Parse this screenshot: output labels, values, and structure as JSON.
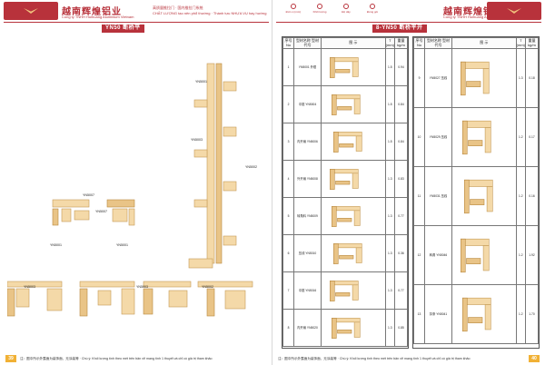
{
  "brand": {
    "name": "越南辉煌铝业",
    "sub": "Cong ty TNHH Huihuang Aluminium Vietnam"
  },
  "left_page": {
    "header_lines": [
      "高质量推拉门 · 国内推拉门系统",
      "CHẤT LƯỢNG tạo nên phổ thường · Thành tựu NHỰA VỤ hay hướng"
    ],
    "series": "YN50 断桥平",
    "page_number": "39",
    "footnote": "注：图中所示外露面为装饰面，无涂装等 · Chú ý: Khối lượng tính theo mét trên bản vẽ mang tính 1 thuyết và chỉ có giá trị tham khảo",
    "profile_labels": [
      "YN5001",
      "YN5007",
      "YN5002",
      "YN5003",
      "YN5007",
      "YN5001",
      "YN5001",
      "YN5003",
      "YN5003",
      "YN5002"
    ]
  },
  "right_page": {
    "icons": [
      {
        "name": "Đơn vị (mm)",
        "icon": "ruler-icon"
      },
      {
        "name": "Khối lượng",
        "icon": "weight-icon"
      },
      {
        "name": "Độ dày",
        "icon": "thickness-icon"
      },
      {
        "name": "Đóng gói",
        "icon": "package-icon"
      }
    ],
    "series": "8-YN50 断桥平开",
    "page_number": "40",
    "footnote": "注：图中所示外露面为装饰面，无涂装等 · Chú ý: Khối lượng tính theo mét trên bản vẽ mang tính 1 thuyết và chỉ có giá trị tham khảo",
    "table_headers": [
      "序号 No",
      "型材名称 型材代号",
      "图 示",
      "T (mm)",
      "重量 kg/m"
    ],
    "left_rows": [
      {
        "no": "1",
        "name": "YN5001 外框",
        "t": "1.5",
        "w": "0.94"
      },
      {
        "no": "2",
        "name": "中挺 YN5004",
        "t": "1.5",
        "w": "0.84"
      },
      {
        "no": "3",
        "name": "内开扇 YN5006",
        "t": "1.5",
        "w": "0.84"
      },
      {
        "no": "4",
        "name": "外开扇 YN5008",
        "t": "1.3",
        "w": "0.83"
      },
      {
        "no": "5",
        "name": "转角料 YN5009",
        "t": "1.3",
        "w": "0.77"
      },
      {
        "no": "6",
        "name": "压线 YN5010",
        "t": "1.3",
        "w": "0.36"
      },
      {
        "no": "7",
        "name": "中挺 YN5016",
        "t": "1.3",
        "w": "0.77"
      },
      {
        "no": "8",
        "name": "内开扇 YN5020",
        "t": "1.3",
        "w": "0.85"
      }
    ],
    "right_rows": [
      {
        "no": "9",
        "name": "YN5027 压线",
        "t": "1.3",
        "w": "0.18"
      },
      {
        "no": "10",
        "name": "YN5029 压线",
        "t": "1.2",
        "w": "0.17"
      },
      {
        "no": "11",
        "name": "YN5031 压线",
        "t": "1.2",
        "w": "0.16"
      },
      {
        "no": "12",
        "name": "转角 YN5046",
        "t": "1.2",
        "w": "1.92"
      },
      {
        "no": "13",
        "name": "扣条 YN5041",
        "t": "1.2",
        "w": "1.70"
      }
    ]
  }
}
